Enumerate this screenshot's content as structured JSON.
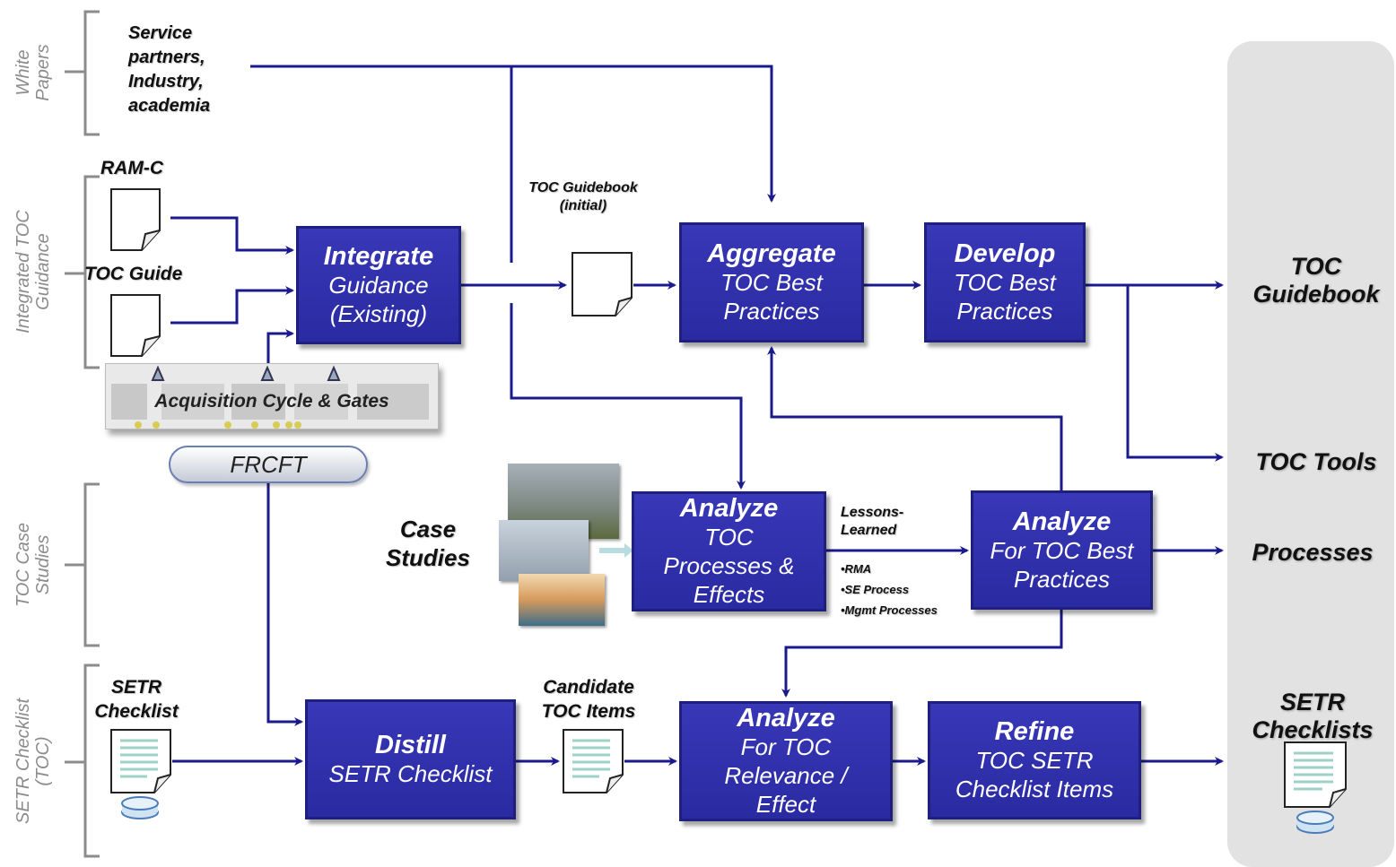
{
  "brackets": {
    "white_papers": "White\nPapers",
    "integrated": "Integrated TOC\nGuidance",
    "case_studies": "TOC Case\nStudies",
    "setr": "SETR Checklist\n(TOC)"
  },
  "inputs": {
    "service_partners": "Service\npartners,\nIndustry,\nacademia",
    "ram_c": "RAM-C",
    "toc_guide": "TOC Guide",
    "acquisition": "Acquisition Cycle & Gates",
    "frcft": "FRCFT",
    "case_studies": "Case\nStudies",
    "setr_checklist": "SETR\nChecklist"
  },
  "notes": {
    "toc_guidebook_initial": "TOC Guidebook\n(initial)",
    "lessons_learned": "Lessons-\nLearned",
    "lessons_items": [
      "•RMA",
      "•SE Process",
      "•Mgmt Processes"
    ],
    "candidate_items": "Candidate\nTOC Items"
  },
  "boxes": {
    "integrate": {
      "title": "Integrate",
      "sub": "Guidance\n(Existing)"
    },
    "aggregate": {
      "title": "Aggregate",
      "sub": "TOC Best\nPractices"
    },
    "develop": {
      "title": "Develop",
      "sub": "TOC Best\nPractices"
    },
    "analyze_processes": {
      "title": "Analyze",
      "sub": "TOC\nProcesses &\nEffects"
    },
    "analyze_best": {
      "title": "Analyze",
      "sub": "For TOC Best\nPractices"
    },
    "distill": {
      "title": "Distill",
      "sub": "SETR Checklist"
    },
    "analyze_relevance": {
      "title": "Analyze",
      "sub": "For TOC\nRelevance /\nEffect"
    },
    "refine": {
      "title": "Refine",
      "sub": "TOC SETR\nChecklist Items"
    }
  },
  "outputs": {
    "guidebook": "TOC\nGuidebook",
    "tools": "TOC Tools",
    "processes": "Processes",
    "setr": "SETR\nChecklists"
  },
  "colors": {
    "arrow": "#1a1a8c",
    "box": "#2f2fac",
    "panel": "#e2e2e2",
    "bracket": "#8c8c8c"
  }
}
